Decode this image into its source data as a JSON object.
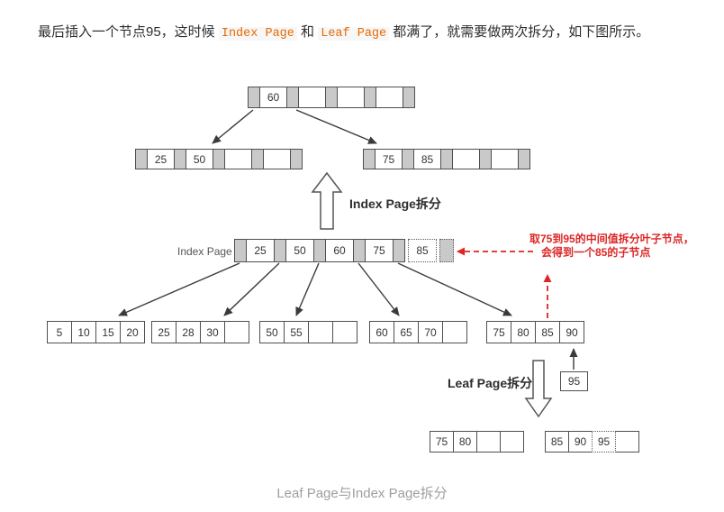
{
  "paragraph": {
    "t1": "最后插入一个节点95，这时候 ",
    "code1": "Index Page",
    "t2": " 和 ",
    "code2": "Leaf Page",
    "t3": " 都满了，就需要做两次拆分，如下图所示。"
  },
  "labels": {
    "index_page": "Index Page",
    "index_split": "Index Page拆分",
    "leaf_split": "Leaf Page拆分",
    "red_note_line1": "取75到95的中间值拆分叶子节点，",
    "red_note_line2": "会得到一个85的子节点",
    "caption": "Leaf Page与Index Page拆分"
  },
  "tree": {
    "root": [
      "60",
      "",
      "",
      ""
    ],
    "level2_left": [
      "25",
      "50",
      "",
      ""
    ],
    "level2_right": [
      "75",
      "85",
      "",
      ""
    ],
    "index_page": [
      "25",
      "50",
      "60",
      "75"
    ],
    "index_page_new_key": "85",
    "leaves": [
      [
        "5",
        "10",
        "15",
        "20"
      ],
      [
        "25",
        "28",
        "30",
        ""
      ],
      [
        "50",
        "55",
        "",
        ""
      ],
      [
        "60",
        "65",
        "70",
        ""
      ],
      [
        "75",
        "80",
        "85",
        "90"
      ]
    ],
    "new_key": "95",
    "split_left": [
      "75",
      "80",
      "",
      ""
    ],
    "split_right": [
      "85",
      "90",
      "95",
      ""
    ]
  },
  "colors": {
    "annotation_red": "#dd2626",
    "inline_code_orange": "#e96900",
    "pointer_cell_gray": "#c9c9c9",
    "border_gray": "#4f4f4f"
  }
}
